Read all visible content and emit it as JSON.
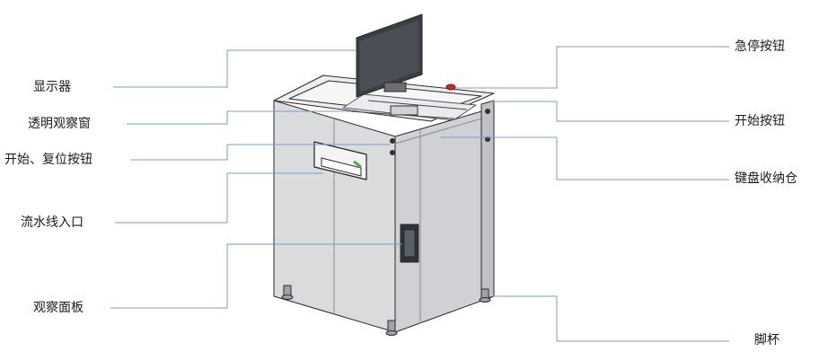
{
  "labels": {
    "display": "显示器",
    "window": "透明观察窗",
    "start_reset": "开始、复位按钮",
    "line_entry": "流水线入口",
    "panel": "观察面板",
    "estop": "急停按钮",
    "start": "开始按钮",
    "keyboard": "键盘收纳仓",
    "foot": "脚杯"
  },
  "colors": {
    "leader": "#7f9bc4",
    "outline": "#2b2b2b",
    "panel_front": "#d9dadb",
    "panel_side": "#c4c6c9",
    "monitor": "#3a3d42",
    "estop": "#c62828",
    "tray_green": "#58a64a"
  }
}
